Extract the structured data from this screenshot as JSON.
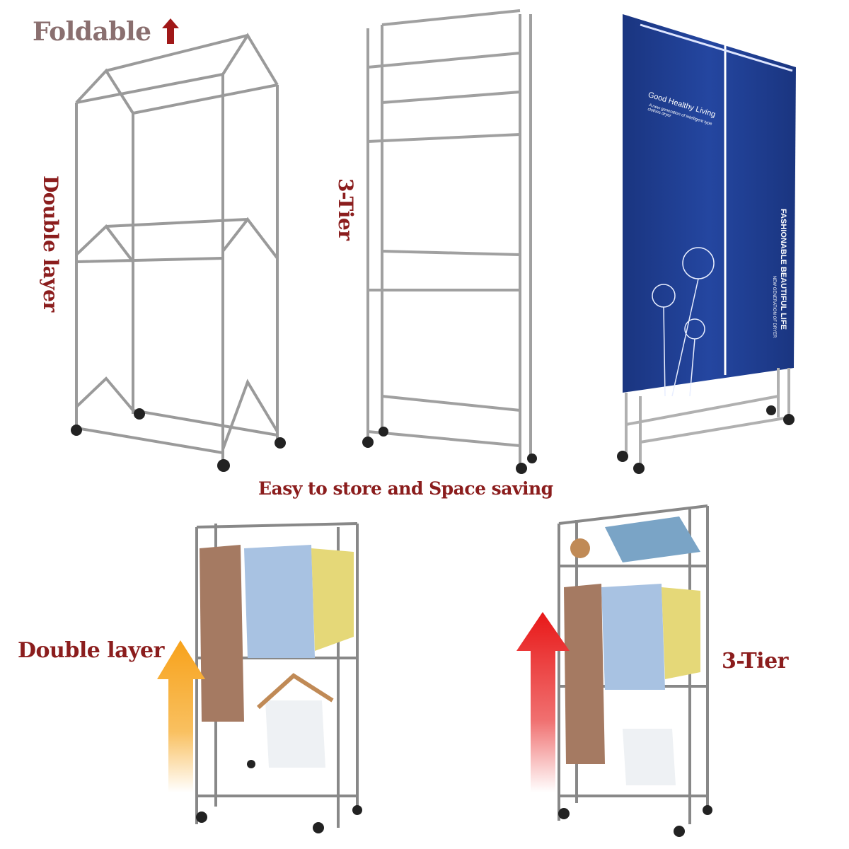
{
  "labels": {
    "foldable": "Foldable",
    "double_layer_vertical": "Double layer",
    "three_tier_vertical": "3-Tier",
    "easy_store": "Easy to store and Space saving",
    "double_layer": "Double layer",
    "three_tier": "3-Tier"
  },
  "cover": {
    "brand": "Good Healthy Living",
    "tagline": "A new generation of intelligent type clothes dryer",
    "slogan": "FASHIONABLE BEAUTIFUL LIFE",
    "sub_slogan": "NEW GENERATION OF DRYER"
  },
  "colors": {
    "label_red": "#8b1d1d",
    "foldable_gray": "#8a6f6f",
    "cover_blue": "#1f3f8f",
    "arrow_orange": "#f7a21b",
    "arrow_red": "#e81818"
  }
}
